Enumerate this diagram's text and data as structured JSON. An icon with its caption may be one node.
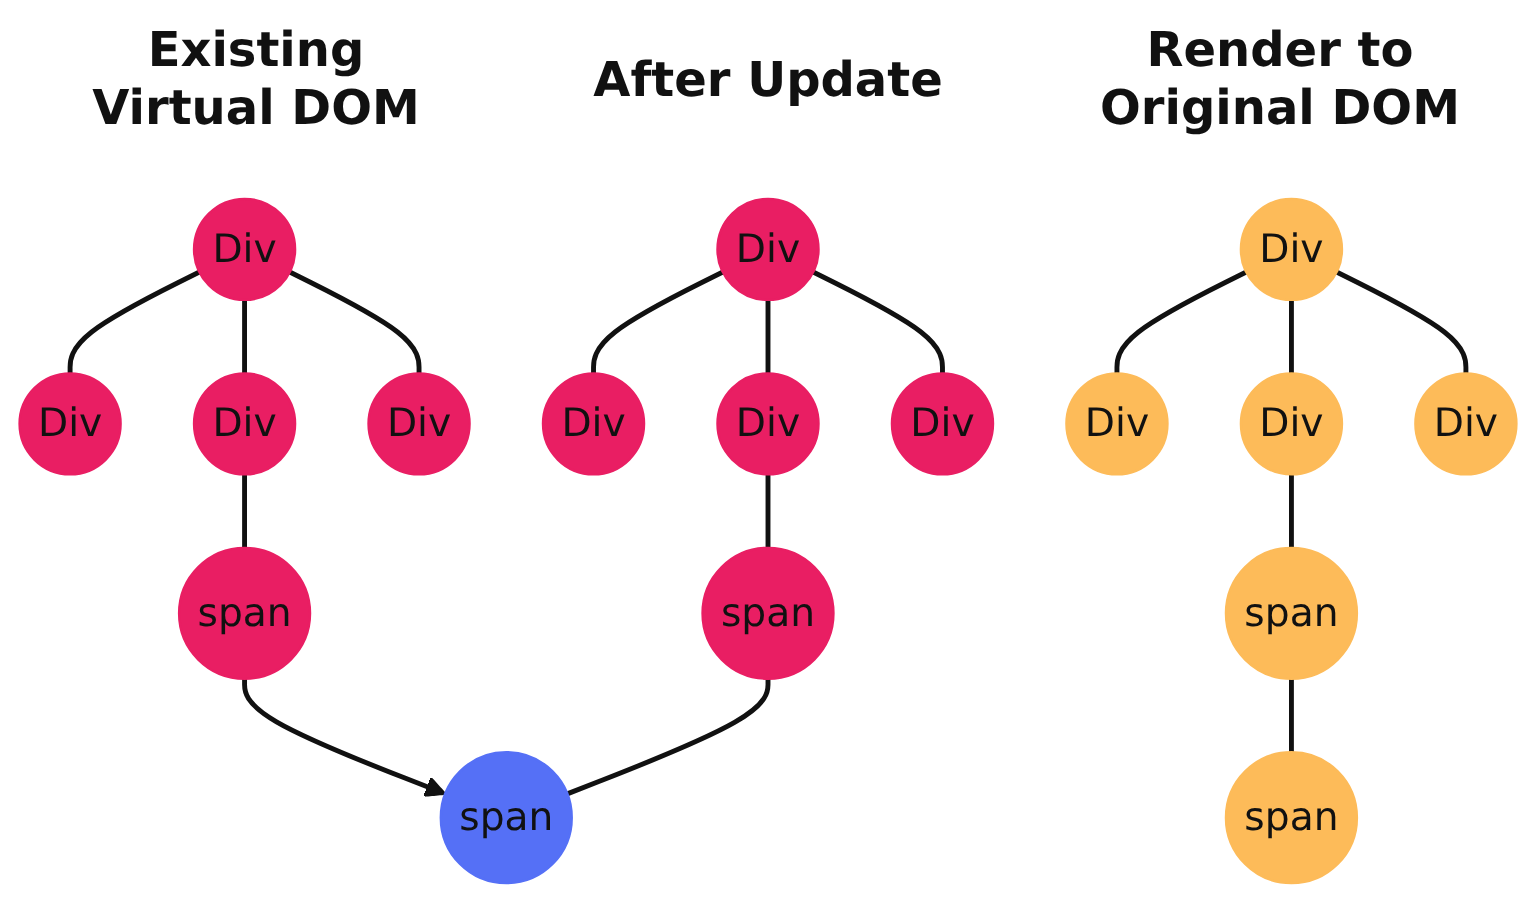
{
  "diagram": {
    "nodes": [
      {
        "text": [
          "Div"
        ]
      },
      {
        "text": [
          "Div"
        ]
      },
      {
        "text": [
          "Div"
        ]
      },
      {
        "text": [
          "Div"
        ]
      },
      {
        "text": [
          "span"
        ]
      },
      {
        "text": [
          "Div"
        ]
      },
      {
        "text": [
          "Div"
        ]
      },
      {
        "text": [
          "Div"
        ]
      },
      {
        "text": [
          "Div"
        ]
      },
      {
        "text": [
          "span"
        ]
      },
      {
        "text": [
          "span"
        ]
      },
      {
        "text": [
          "Div"
        ]
      },
      {
        "text": [
          "Div"
        ]
      },
      {
        "text": [
          "Div"
        ]
      },
      {
        "text": [
          "Div"
        ]
      },
      {
        "text": [
          "span"
        ]
      },
      {
        "text": [
          "span"
        ]
      }
    ],
    "edges": [
      {
        "from": 0,
        "to": 1,
        "arrow": "none"
      },
      {
        "from": 0,
        "to": 2,
        "arrow": "none"
      },
      {
        "from": 0,
        "to": 3,
        "arrow": "none"
      },
      {
        "from": 2,
        "to": 4,
        "arrow": "none"
      },
      {
        "from": 5,
        "to": 6,
        "arrow": "none"
      },
      {
        "from": 5,
        "to": 7,
        "arrow": "none"
      },
      {
        "from": 5,
        "to": 8,
        "arrow": "none"
      },
      {
        "from": 7,
        "to": 9,
        "arrow": "none"
      },
      {
        "from": 9,
        "to": 10,
        "arrow": "none"
      },
      {
        "from": 4,
        "to": 10,
        "arrow": "to"
      },
      {
        "from": 11,
        "to": 12,
        "arrow": "none"
      },
      {
        "from": 11,
        "to": 13,
        "arrow": "none"
      },
      {
        "from": 11,
        "to": 14,
        "arrow": "none"
      },
      {
        "from": 13,
        "to": 15,
        "arrow": "none"
      },
      {
        "from": 15,
        "to": 16,
        "arrow": "none"
      }
    ],
    "labels": [
      "Existing Virtual DOM",
      "After Update",
      "Render to Original DOM"
    ]
  }
}
